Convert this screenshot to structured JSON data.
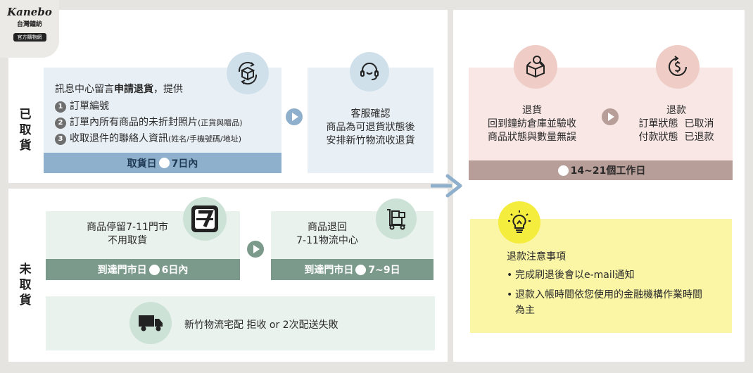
{
  "brand": {
    "name": "Kanebo",
    "sub": "台灣鐘紡",
    "badge": "官方購物網"
  },
  "picked_up": {
    "label": "已取貨",
    "step1": {
      "intro_prefix": "訊息中心留言",
      "intro_bold": "申請退貨",
      "intro_suffix": "，提供",
      "items": [
        {
          "num": "1",
          "text": "訂單編號",
          "note": ""
        },
        {
          "num": "2",
          "text": "訂單內所有商品的未折封照片",
          "note": "(正貨與贈品)"
        },
        {
          "num": "3",
          "text": "收取退件的聯絡人資訊",
          "note": "(姓名/手機號碼/地址)"
        }
      ],
      "bar_prefix": "取貨日",
      "bar_suffix": "7日內"
    },
    "step2": {
      "lines": [
        "客服確認",
        "商品為可退貨狀態後",
        "安排新竹物流收退貨"
      ]
    }
  },
  "not_picked_up": {
    "label": "未取貨",
    "step1": {
      "lines": [
        "商品停留7-11門市",
        "不用取貨"
      ],
      "bar_prefix": "到達門市日",
      "bar_suffix": "6日內"
    },
    "step2": {
      "lines": [
        "商品退回",
        "7-11物流中心"
      ],
      "bar_prefix": "到達門市日",
      "bar_suffix": "7~9日"
    },
    "rejection": {
      "text": "新竹物流宅配 拒收 or 2次配送失敗"
    }
  },
  "result": {
    "return_lines": [
      "退貨",
      "回到鐘紡倉庫並驗收",
      "商品狀態與數量無誤"
    ],
    "refund_lines": [
      "退款",
      "訂單狀態  已取消",
      "付款狀態  已退款"
    ],
    "bar_text": "14~21個工作日"
  },
  "notes": {
    "title": "退款注意事項",
    "items": [
      "完成刷退後會以e-mail通知",
      "退款入帳時間依您使用的金融機構作業時間為主"
    ]
  },
  "colors": {
    "blue_box": "#e9f0f5",
    "blue_bar": "#8fb0cc",
    "blue_icon": "#cfe0eb",
    "green_box": "#eaf2ee",
    "green_bar": "#7c9a8c",
    "green_icon": "#cde2d7",
    "pink_box": "#f8e7e4",
    "pink_bar": "#b89e98",
    "pink_icon": "#efcdc6",
    "yellow_box": "#fbf6a6",
    "yellow_icon": "#f5ed3e",
    "arrow": "#8fb0cc"
  }
}
